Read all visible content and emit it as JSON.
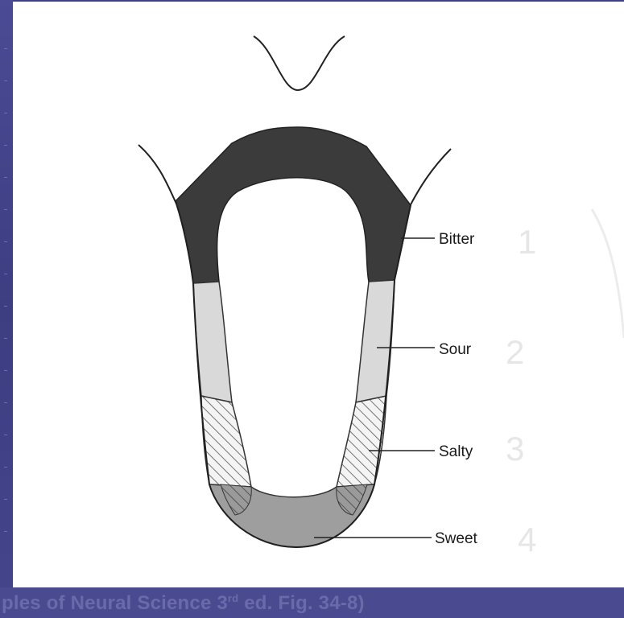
{
  "regions": [
    {
      "label": "Bitter",
      "number": "1"
    },
    {
      "label": "Sour",
      "number": "2"
    },
    {
      "label": "Salty",
      "number": "3"
    },
    {
      "label": "Sweet",
      "number": "4"
    }
  ],
  "caption": {
    "text_before": "ples of Neural Science 3",
    "superscript": "rd",
    "text_after": " ed. Fig. 34-8)"
  }
}
